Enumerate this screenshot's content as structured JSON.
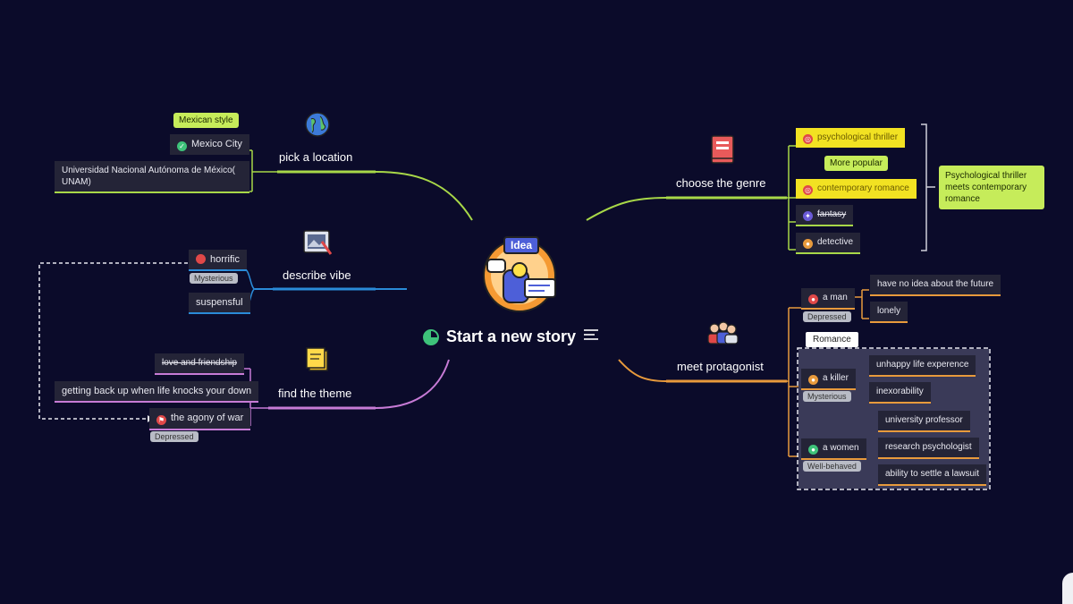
{
  "center": {
    "title": "Start a new story",
    "badge_text": "Idea"
  },
  "branches": {
    "location": {
      "title": "pick a location",
      "items": {
        "mexico_city": "Mexico City",
        "mexico_city_note": "Mexican style",
        "university": "Universidad Nacional Autónoma de México( UNAM)"
      }
    },
    "vibe": {
      "title": "describe vibe",
      "items": {
        "horrific": "horrific",
        "horrific_tag": "Mysterious",
        "suspensful": "suspensful"
      }
    },
    "theme": {
      "title": "find the theme",
      "items": {
        "love": "love and friendship",
        "getting_back": "getting back up when life knocks your down",
        "war": "the agony of war",
        "war_tag": "Depressed"
      }
    },
    "genre": {
      "title": "choose the genre",
      "items": {
        "thriller": "psychological thriller",
        "more_popular": "More popular",
        "romance": "contemporary romance",
        "fantasy": "fantasy",
        "detective": "detective"
      },
      "summary": "Psychological thriller meets contemporary romance"
    },
    "protagonist": {
      "title": "meet protagonist",
      "boundary_label": "Romance",
      "people": {
        "man": {
          "name": "a man",
          "tag": "Depressed",
          "traits": [
            "have no idea about the future",
            "lonely"
          ]
        },
        "killer": {
          "name": "a killer",
          "tag": "Mysterious",
          "traits": [
            "unhappy life experence",
            "inexorability"
          ]
        },
        "women": {
          "name": "a women",
          "tag": "Well-behaved",
          "traits": [
            "university professor",
            "research psychologist",
            "ability to settle a lawsuit"
          ]
        }
      }
    }
  },
  "colors": {
    "background": "#0b0b2a",
    "location": "#a8d848",
    "vibe": "#2a8bd8",
    "theme": "#c77bd6",
    "genre": "#a8d848",
    "protagonist": "#e89a3c",
    "callout": "#c6ec5a",
    "highlight": "#f2e222"
  }
}
